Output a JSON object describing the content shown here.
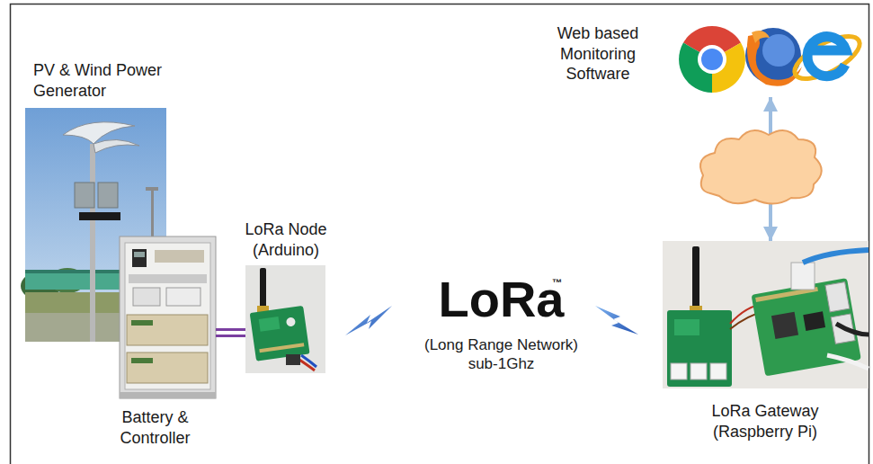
{
  "diagram": {
    "nodes": [
      {
        "text": [
          "PV & Wind Power Generator"
        ]
      },
      {
        "text": [
          "Battery & Controller"
        ]
      },
      {
        "text": [
          "LoRa Node (Arduino)"
        ]
      },
      {
        "text": [
          "LoRa",
          "(Long Range Network) sub-1Ghz"
        ]
      },
      {
        "text": [
          "LoRa Gateway (Raspberry Pi)"
        ]
      },
      {
        "text": [
          "Web based Monitoring Software"
        ]
      }
    ],
    "edges": [
      {
        "from": 1,
        "to": 2,
        "arrow": "none"
      },
      {
        "from": 4,
        "to": 5,
        "arrow": "both"
      }
    ],
    "labels": [
      "™"
    ]
  }
}
